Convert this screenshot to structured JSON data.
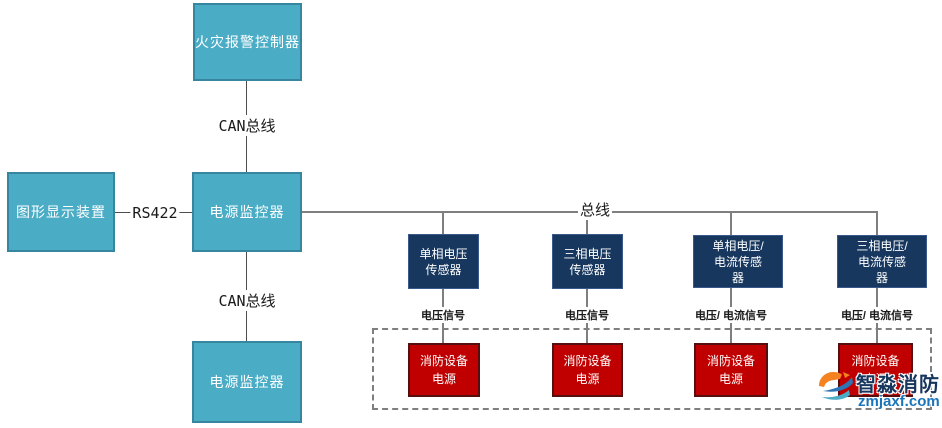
{
  "diagram": {
    "nodes": {
      "fire_alarm_controller": "火灾报警控制器",
      "graphic_display": "图形显示装置",
      "power_monitor_mid": "电源监控器",
      "power_monitor_bottom": "电源监控器",
      "sensor_single_phase_voltage": "单相电压\n传感器",
      "sensor_three_phase_voltage": "三相电压\n传感器",
      "sensor_single_phase_voltage_current": "单相电压/\n电流传感\n器",
      "sensor_three_phase_voltage_current": "三相电压/\n电流传感\n器",
      "fire_equipment_power_1": "消防设备\n电源",
      "fire_equipment_power_2": "消防设备\n电源",
      "fire_equipment_power_3": "消防设备\n电源",
      "fire_equipment_power_4": "消防设备\n电源"
    },
    "edge_labels": {
      "can_bus_top": "CAN总线",
      "can_bus_bottom": "CAN总线",
      "rs422": "RS422",
      "bus": "总线",
      "voltage_signal_1": "电压信号",
      "voltage_signal_2": "电压信号",
      "voltage_current_signal_1": "电压/ 电流信号",
      "voltage_current_signal_2": "电压/ 电流信号"
    },
    "colors": {
      "teal_node_fill": "#4BACC6",
      "navy_node_fill": "#17375E",
      "red_node_fill": "#C00000",
      "connector_line": "#4d4d4d",
      "bus_line": "#7f7f7f",
      "dashed_border": "#7f7f7f"
    }
  },
  "watermark": {
    "brand": "智淼消防",
    "domain": "zmjaxf.com",
    "brand_color": "#17365D",
    "domain_color": "#1B75BB",
    "icon_orange": "#F58220",
    "icon_blue": "#2E75B6"
  }
}
